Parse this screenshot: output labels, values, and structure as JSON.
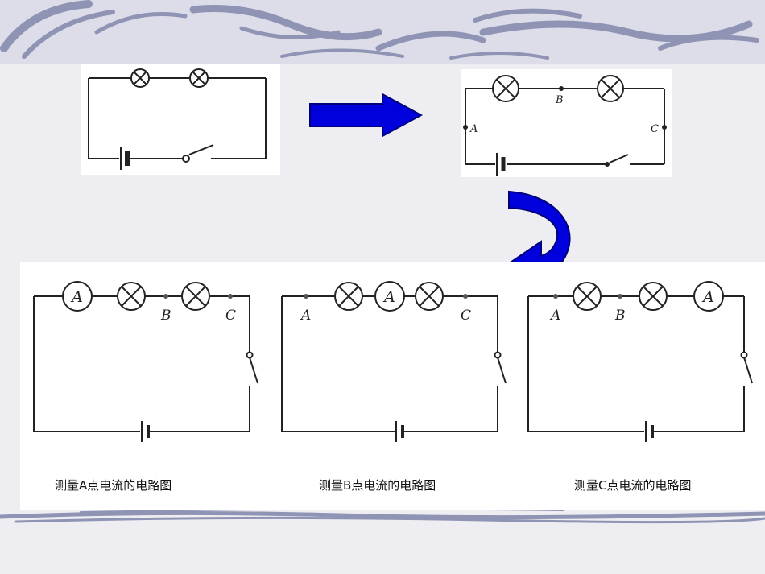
{
  "background": {
    "paper": "#eeeef2",
    "swirl": "#8f93b4"
  },
  "arrow_color": "#0000dd",
  "top_right_circuit": {
    "point_labels": [
      "A",
      "B",
      "C"
    ]
  },
  "bottom_circuits": [
    {
      "ammeter_label": "A",
      "point_labels": [
        "B",
        "C"
      ],
      "caption": "测量A点电流的电路图"
    },
    {
      "ammeter_label": "A",
      "point_labels": [
        "A",
        "C"
      ],
      "caption": "测量B点电流的电路图"
    },
    {
      "ammeter_label": "A",
      "point_labels": [
        "A",
        "B"
      ],
      "caption": "测量C点电流的电路图"
    }
  ]
}
